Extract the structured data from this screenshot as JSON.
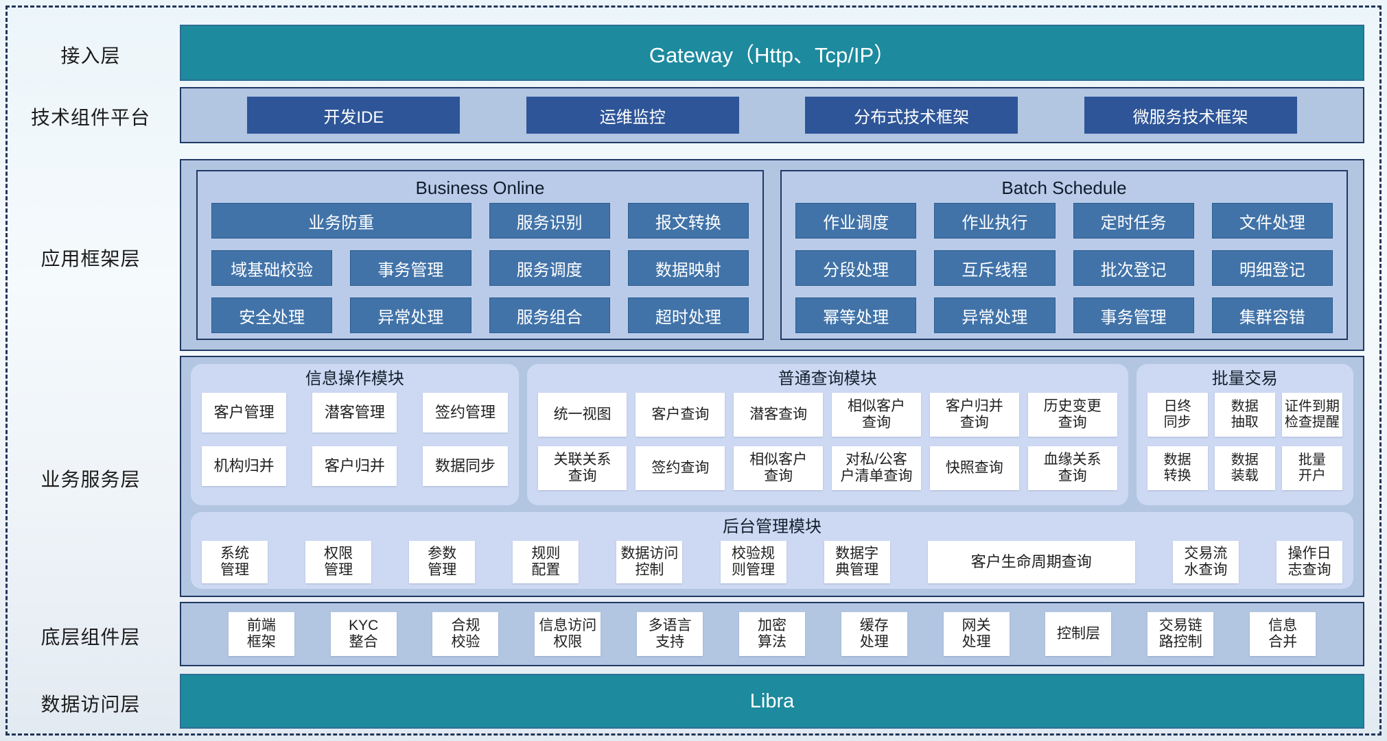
{
  "layer_labels": {
    "access": "接入层",
    "tech": "技术组件平台",
    "app": "应用框架层",
    "service": "业务服务层",
    "component": "底层组件层",
    "data": "数据访问层"
  },
  "access": {
    "title": "Gateway（Http、Tcp/IP）"
  },
  "tech": {
    "items": [
      "开发IDE",
      "运维监控",
      "分布式技术框架",
      "微服务技术框架"
    ]
  },
  "app": {
    "business_online": {
      "title": "Business Online",
      "items": [
        "业务防重",
        "服务识别",
        "报文转换",
        "域基础校验",
        "事务管理",
        "服务调度",
        "数据映射",
        "安全处理",
        "异常处理",
        "服务组合",
        "超时处理"
      ]
    },
    "batch_schedule": {
      "title": "Batch Schedule",
      "items": [
        "作业调度",
        "作业执行",
        "定时任务",
        "文件处理",
        "分段处理",
        "互斥线程",
        "批次登记",
        "明细登记",
        "幂等处理",
        "异常处理",
        "事务管理",
        "集群容错"
      ]
    }
  },
  "service": {
    "info_module": {
      "title": "信息操作模块",
      "items": [
        "客户管理",
        "潜客管理",
        "签约管理",
        "机构归并",
        "客户归并",
        "数据同步"
      ]
    },
    "query_module": {
      "title": "普通查询模块",
      "items": [
        "统一视图",
        "客户查询",
        "潜客查询",
        "相似客户\n查询",
        "客户归并\n查询",
        "历史变更\n查询",
        "关联关系\n查询",
        "签约查询",
        "相似客户\n查询",
        "对私/公客\n户清单查询",
        "快照查询",
        "血缘关系\n查询"
      ]
    },
    "batch_trade": {
      "title": "批量交易",
      "items": [
        "日终\n同步",
        "数据\n抽取",
        "证件到期\n检查提醒",
        "数据\n转换",
        "数据\n装载",
        "批量\n开户"
      ]
    },
    "admin_module": {
      "title": "后台管理模块",
      "items": [
        "系统\n管理",
        "权限\n管理",
        "参数\n管理",
        "规则\n配置",
        "数据访问\n控制",
        "校验规\n则管理",
        "数据字\n典管理",
        "客户生命周期查询",
        "交易流\n水查询",
        "操作日\n志查询"
      ]
    }
  },
  "component": {
    "items": [
      "前端\n框架",
      "KYC\n整合",
      "合规\n校验",
      "信息访问\n权限",
      "多语言\n支持",
      "加密\n算法",
      "缓存\n处理",
      "网关\n处理",
      "控制层",
      "交易链\n路控制",
      "信息\n合并"
    ]
  },
  "data_access": {
    "title": "Libra"
  },
  "colors": {
    "teal": "#1e8a9e",
    "navy_button": "#2e5597",
    "steel_button": "#4173a9",
    "container": "#b2c6e2",
    "panel": "#cdd9f2",
    "border": "#1f3864"
  }
}
